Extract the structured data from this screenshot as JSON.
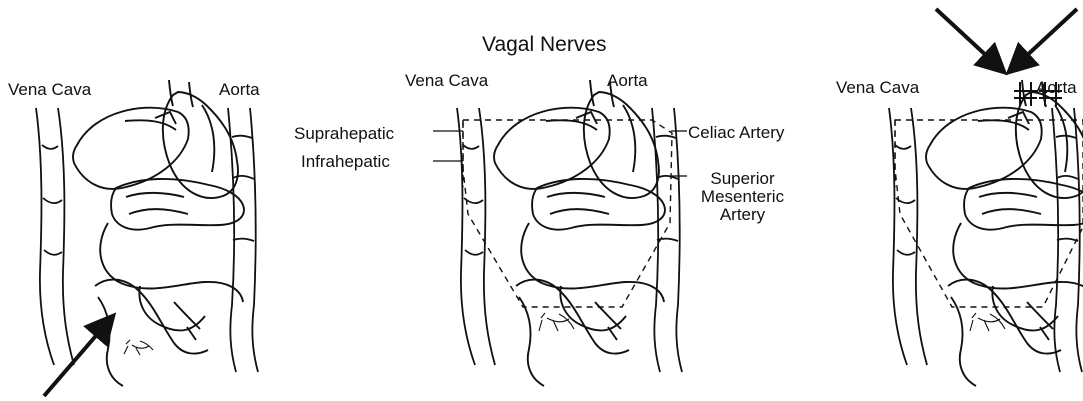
{
  "colors": {
    "ink": "#111111",
    "background": "#ffffff"
  },
  "panels": [
    {
      "labels": {
        "vena_cava": "Vena Cava",
        "aorta": "Aorta"
      },
      "arrows": [
        "lower-left arrow"
      ]
    },
    {
      "labels": {
        "title": "Vagal Nerves",
        "vena_cava": "Vena Cava",
        "aorta": "Aorta",
        "suprahepatic": "Suprahepatic",
        "infrahepatic": "Infrahepatic",
        "celiac_artery": "Celiac Artery",
        "superior": "Superior",
        "mesenteric": "Mesenteric",
        "artery": "Artery"
      },
      "arrows": []
    },
    {
      "labels": {
        "vena_cava": "Vena Cava",
        "aorta": "Aorta"
      },
      "arrows": [
        "upper-left arrow",
        "upper-right arrow"
      ]
    }
  ]
}
